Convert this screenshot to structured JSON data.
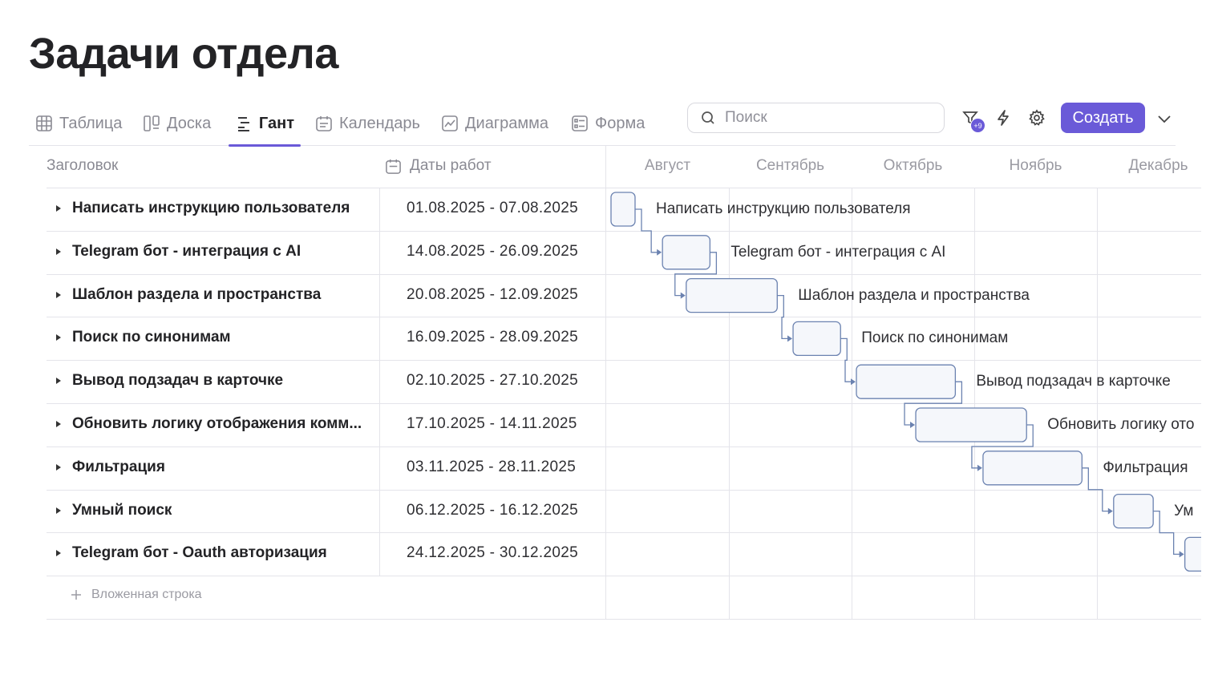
{
  "page": {
    "title": "Задачи отдела"
  },
  "tabs": [
    {
      "label": "Таблица",
      "icon": "table-icon",
      "active": false
    },
    {
      "label": "Доска",
      "icon": "board-icon",
      "active": false
    },
    {
      "label": "Гант",
      "icon": "gantt-icon",
      "active": true
    },
    {
      "label": "Календарь",
      "icon": "calendar-icon",
      "active": false
    },
    {
      "label": "Диаграмма",
      "icon": "chart-icon",
      "active": false
    },
    {
      "label": "Форма",
      "icon": "form-icon",
      "active": false
    }
  ],
  "toolbar": {
    "search_placeholder": "Поиск",
    "filter_badge": "+9",
    "create_label": "Создать"
  },
  "columns": {
    "title": "Заголовок",
    "dates": "Даты работ"
  },
  "months": [
    "Август",
    "Сентябрь",
    "Октябрь",
    "Ноябрь",
    "Декабрь"
  ],
  "rows": [
    {
      "title": "Написать инструкцию пользователя",
      "dates": "01.08.2025 - 07.08.2025",
      "bar_label": "Написать инструкцию пользователя",
      "start": "2025-08-01",
      "end": "2025-08-07"
    },
    {
      "title": "Telegram бот - интеграция с AI",
      "dates": "14.08.2025 - 26.09.2025",
      "bar_label": "Telegram бот - интеграция с AI",
      "start": "2025-08-14",
      "end": "2025-08-26"
    },
    {
      "title": "Шаблон раздела и пространства",
      "dates": "20.08.2025 - 12.09.2025",
      "bar_label": "Шаблон раздела и пространства",
      "start": "2025-08-20",
      "end": "2025-09-12"
    },
    {
      "title": "Поиск по синонимам",
      "dates": "16.09.2025 - 28.09.2025",
      "bar_label": "Поиск по синонимам",
      "start": "2025-09-16",
      "end": "2025-09-28"
    },
    {
      "title": "Вывод подзадач в карточке",
      "dates": "02.10.2025 - 27.10.2025",
      "bar_label": "Вывод подзадач в карточке",
      "start": "2025-10-02",
      "end": "2025-10-27"
    },
    {
      "title": "Обновить логику отображения комм...",
      "dates": "17.10.2025 - 14.11.2025",
      "bar_label": "Обновить логику ото",
      "start": "2025-10-17",
      "end": "2025-11-14"
    },
    {
      "title": "Фильтрация",
      "dates": "03.11.2025 - 28.11.2025",
      "bar_label": "Фильтрация",
      "start": "2025-11-03",
      "end": "2025-11-28"
    },
    {
      "title": "Умный поиск",
      "dates": "06.12.2025 - 16.12.2025",
      "bar_label": "Ум",
      "start": "2025-12-06",
      "end": "2025-12-16"
    },
    {
      "title": "Telegram бот - Oauth авторизация",
      "dates": "24.12.2025 - 30.12.2025",
      "bar_label": "",
      "start": "2025-12-24",
      "end": "2025-12-30"
    }
  ],
  "add_row_label": "Вложенная строка",
  "colors": {
    "accent": "#6a5ad8",
    "bar_border": "#6b82b0",
    "bar_fill": "#f5f7fb",
    "grid": "#e4e4ea"
  }
}
